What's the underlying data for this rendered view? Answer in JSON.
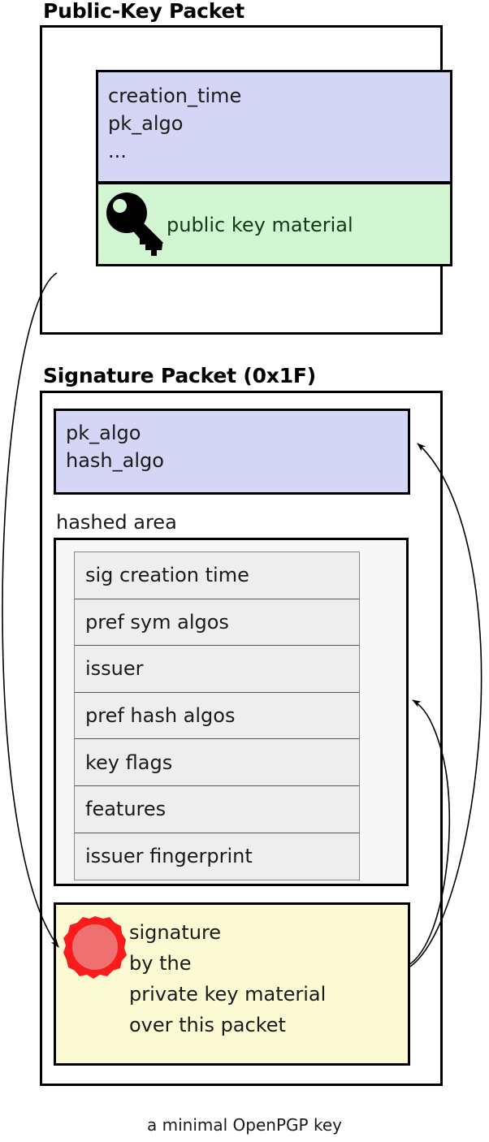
{
  "diagram": {
    "caption": "a minimal OpenPGP key",
    "colors": {
      "purple_field": "#d5d5f5",
      "green_field": "#d2f5d2",
      "yellow_field": "#fcfad2",
      "hashed_area": "#f7f7f7",
      "subpacket_row": "#eeeeee",
      "seal_outer": "#f91c1c",
      "seal_inner": "#ef7070",
      "outline": "#000000"
    }
  },
  "public_key_packet": {
    "title": "Public-Key Packet",
    "header_fields": "creation_time\npk_algo\n...",
    "key_icon": "key-icon",
    "material_label": "public key material"
  },
  "signature_packet": {
    "title": "Signature Packet (0x1F)",
    "header_fields": "pk_algo\nhash_algo",
    "hashed_area_label": "hashed area",
    "subpackets": [
      "sig creation time",
      "pref sym algos",
      "issuer",
      "pref hash algos",
      "key flags",
      "features",
      "issuer fingerprint"
    ],
    "seal_icon": "wax-seal-icon",
    "signature_text": "signature\nby the\nprivate key material\nover this packet"
  }
}
